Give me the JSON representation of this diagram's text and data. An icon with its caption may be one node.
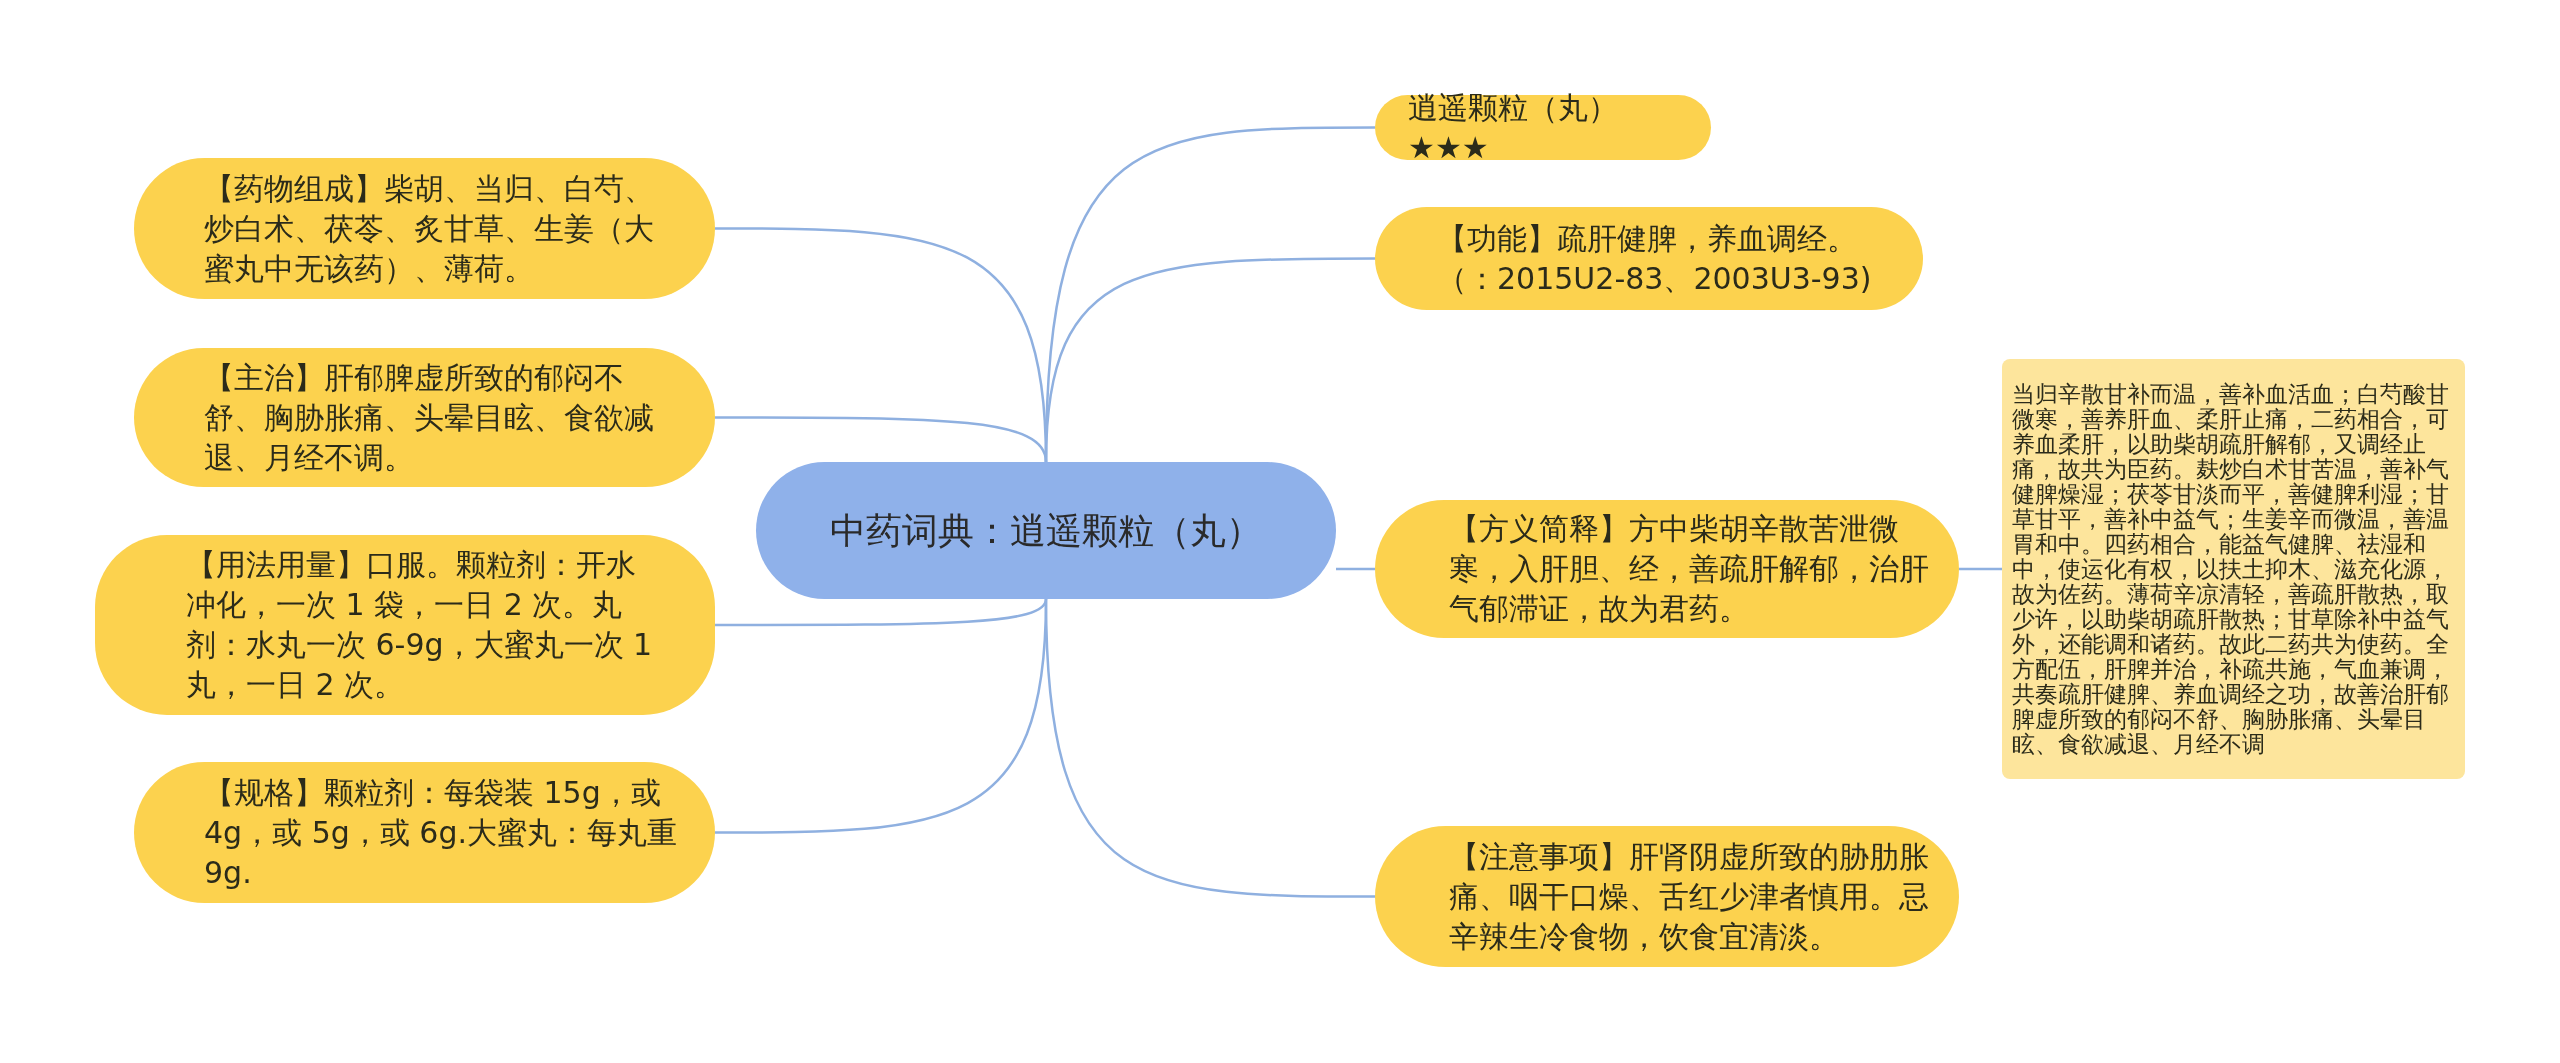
{
  "diagram": {
    "nodes": [
      {
        "text": [
          "中药词典：逍遥颗粒（丸）"
        ]
      },
      {
        "text": [
          "【药物组成】柴胡、当归、白芍、炒白术、茯苓、炙甘草、生姜（大蜜丸中无该药）、薄荷。"
        ]
      },
      {
        "text": [
          "【主治】肝郁脾虚所致的郁闷不舒、胸胁胀痛、头晕目眩、食欲减退、月经不调。"
        ]
      },
      {
        "text": [
          "【用法用量】口服。颗粒剂：开水冲化，一次 1 袋，一日 2 次。丸剂：水丸一次 6-9g，大蜜丸一次 1 丸，一日 2 次。"
        ]
      },
      {
        "text": [
          "【规格】颗粒剂：每袋装 15g，或 4g，或 5g，或 6g.大蜜丸：每丸重 9g."
        ]
      },
      {
        "text": [
          "逍遥颗粒（丸）★★★"
        ]
      },
      {
        "text": [
          "【功能】疏肝健脾，养血调经。（：2015U2-83、2003U3-93)"
        ]
      },
      {
        "text": [
          "【方义简释】方中柴胡辛散苦泄微寒，入肝胆、经，善疏肝解郁，治肝气郁滞证，故为君药。"
        ]
      },
      {
        "text": [
          "当归辛散甘补而温，善补血活血；白芍酸甘微寒，善养肝血、柔肝止痛，二药相合，可养血柔肝，以助柴胡疏肝解郁，又调经止痛，故共为臣药。麸炒白术甘苦温，善补气健脾燥湿；茯苓甘淡而平，善健脾利湿；甘草甘平，善补中益气；生姜辛而微温，善温胃和中。四药相合，能益气健脾、祛湿和中，使运化有权，以扶土抑木、滋充化源，故为佐药。薄荷辛凉清轻，善疏肝散热，取少许，以助柴胡疏肝散热；甘草除补中益气外，还能调和诸药。故此二药共为使药。全方配伍，肝脾并治，补疏共施，气血兼调，共奏疏肝健脾、养血调经之功，故善治肝郁脾虚所致的郁闷不舒、胸胁胀痛、头晕目眩、食欲减退、月经不调"
        ]
      },
      {
        "text": [
          "【注意事项】肝肾阴虚所致的胁肋胀痛、咽干口燥、舌红少津者慎用。忌辛辣生冷食物，饮食宜清淡。"
        ]
      }
    ],
    "edges": [
      {
        "from": 0,
        "to": 1,
        "arrow": "none"
      },
      {
        "from": 0,
        "to": 2,
        "arrow": "none"
      },
      {
        "from": 0,
        "to": 3,
        "arrow": "none"
      },
      {
        "from": 0,
        "to": 4,
        "arrow": "none"
      },
      {
        "from": 0,
        "to": 5,
        "arrow": "none"
      },
      {
        "from": 0,
        "to": 6,
        "arrow": "none"
      },
      {
        "from": 0,
        "to": 7,
        "arrow": "none"
      },
      {
        "from": 7,
        "to": 8,
        "arrow": "none"
      },
      {
        "from": 0,
        "to": 9,
        "arrow": "none"
      }
    ]
  }
}
